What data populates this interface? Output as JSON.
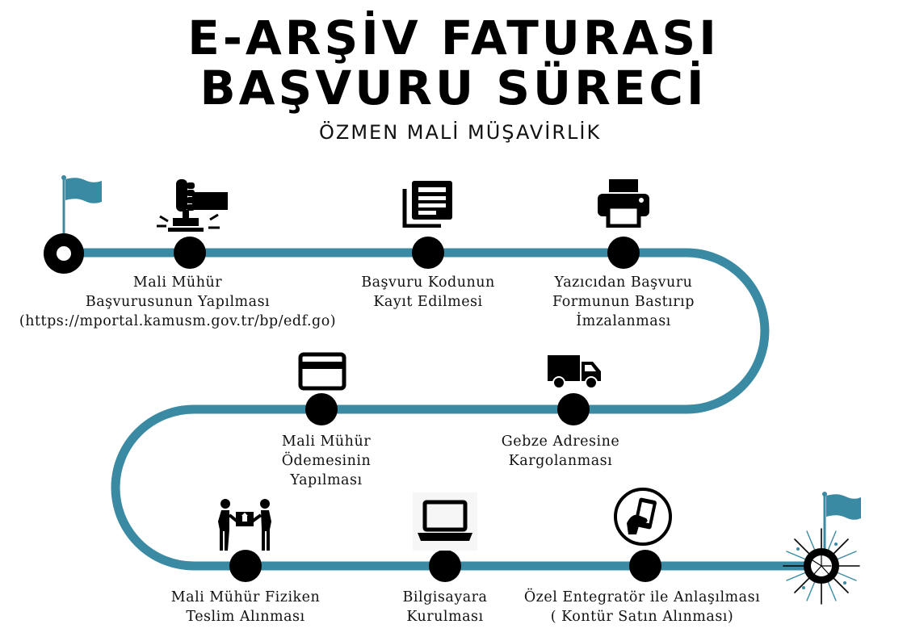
{
  "title": {
    "line1": "E-ARŞİV FATURASI",
    "line2": "BAŞVURU SÜRECİ",
    "subtitle": "ÖZMEN MALİ MÜŞAVİRLİK"
  },
  "colors": {
    "road": "#3a8aa3",
    "node": "#000000",
    "flag": "#3a8aa3"
  },
  "steps": [
    {
      "icon": "hand-stamp-icon",
      "lines": [
        "Mali Mühür",
        "Başvurusunun Yapılması",
        "(https://mportal.kamusm.gov.tr/bp/edf.go)"
      ]
    },
    {
      "icon": "document-stack-icon",
      "lines": [
        "Başvuru Kodunun",
        "Kayıt Edilmesi"
      ]
    },
    {
      "icon": "printer-icon",
      "lines": [
        "Yazıcıdan Başvuru",
        "Formunun Bastırıp",
        "İmzalanması"
      ]
    },
    {
      "icon": "delivery-truck-icon",
      "lines": [
        "Gebze Adresine",
        "Kargolanması"
      ]
    },
    {
      "icon": "credit-card-icon",
      "lines": [
        "Mali Mühür",
        "Ödemesinin",
        "Yapılması"
      ]
    },
    {
      "icon": "package-handover-icon",
      "lines": [
        "Mali Mühür Fiziken",
        "Teslim Alınması"
      ]
    },
    {
      "icon": "laptop-icon",
      "lines": [
        "Bilgisayara",
        "Kurulması"
      ]
    },
    {
      "icon": "mobile-payment-icon",
      "lines": [
        "Özel Entegratör ile Anlaşılması",
        "( Kontür Satın Alınması)"
      ]
    }
  ]
}
